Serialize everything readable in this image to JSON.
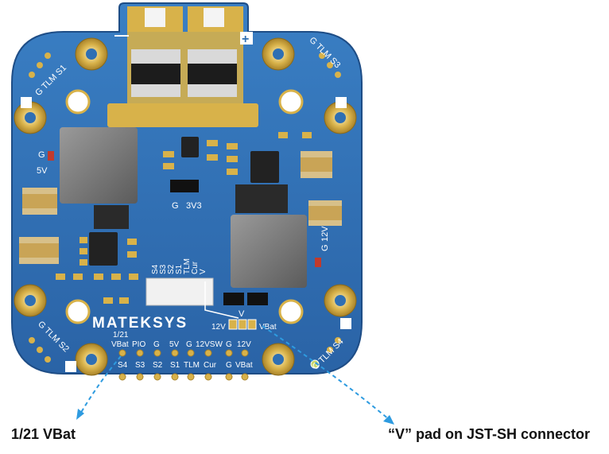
{
  "board": {
    "brand": "MATEKSYS",
    "colors": {
      "pcb": "#2f6fb3",
      "pcb_dark": "#1f4f88",
      "gold": "#d8b24a",
      "silk": "#ffffff"
    },
    "corner_labels": {
      "top_left": "G TLM S1",
      "top_right": "G TLM S3",
      "bottom_left": "G TLM S2",
      "bottom_right": "G TLM S4"
    },
    "silk": {
      "minus": "—",
      "plus": "+",
      "g_5v": "G",
      "five_v": "5V",
      "g_3v3_g": "G",
      "g_3v3": "3V3",
      "g_12v_g": "G",
      "g_12v": "12V",
      "jst_labels": [
        "S4",
        "S3",
        "S2",
        "S1",
        "TLM",
        "Cur",
        "V"
      ],
      "v_label": "V",
      "twelve_v": "12V",
      "vbat": "VBat",
      "header_top_row": [
        "VBat",
        "PIO",
        "G",
        "5V",
        "G",
        "12VSW",
        "G",
        "12V"
      ],
      "header_bottom_row": [
        "S4",
        "S3",
        "S2",
        "S1",
        "TLM",
        "Cur",
        "G",
        "VBat"
      ],
      "ratio": "1/21"
    }
  },
  "callouts": {
    "left_text": "1/21 VBat",
    "right_text": "“V” pad on JST-SH connector"
  }
}
